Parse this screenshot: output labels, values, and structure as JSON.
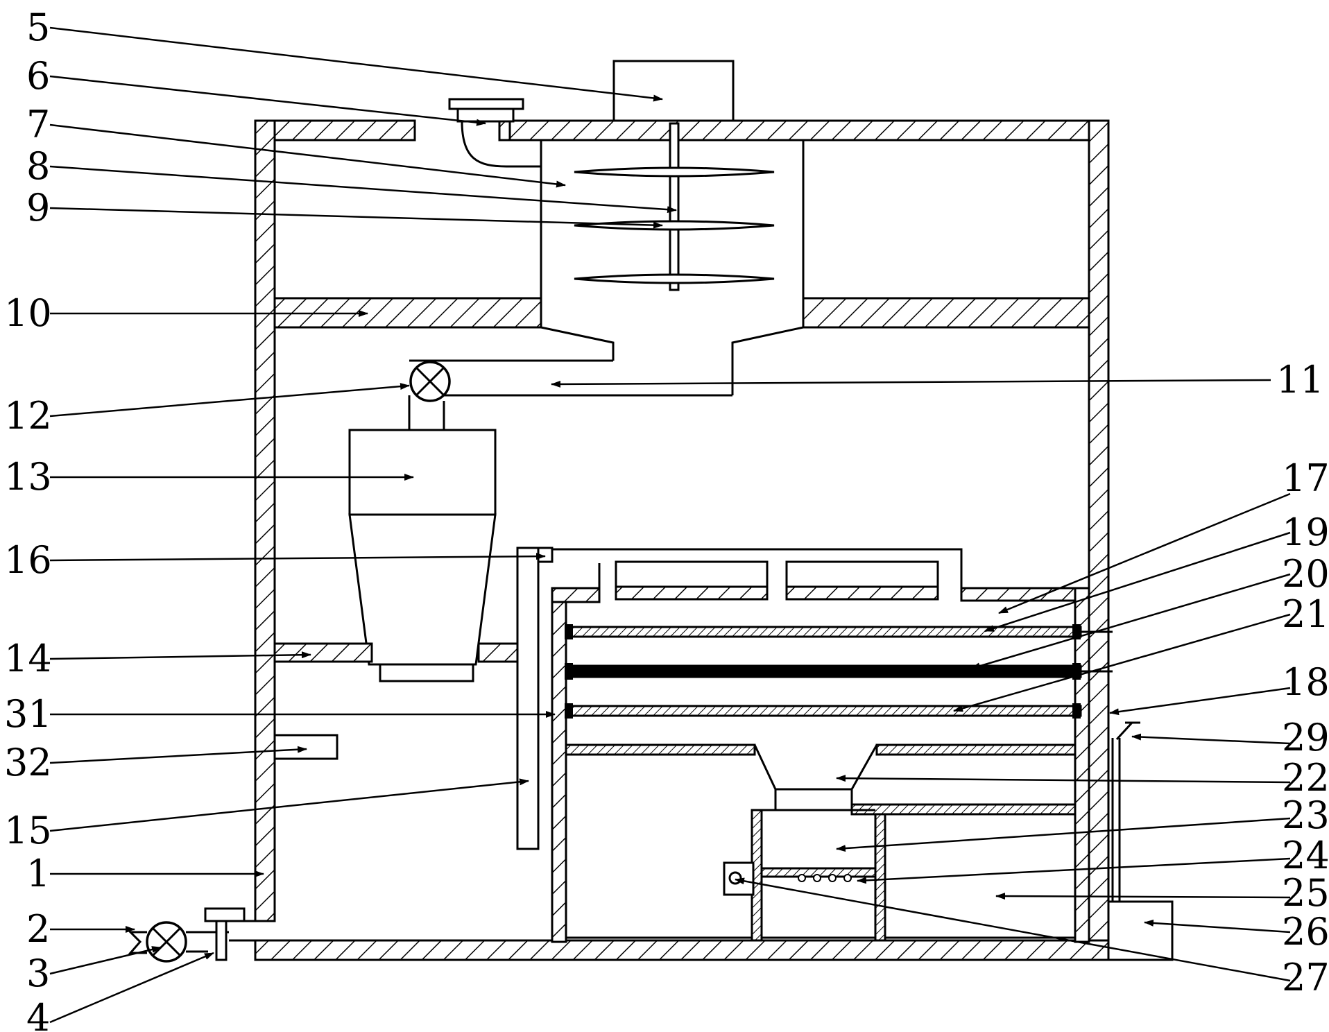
{
  "labels": {
    "l1": "1",
    "l2": "2",
    "l3": "3",
    "l4": "4",
    "l5": "5",
    "l6": "6",
    "l7": "7",
    "l8": "8",
    "l9": "9",
    "l10": "10",
    "l11": "11",
    "l12": "12",
    "l13": "13",
    "l14": "14",
    "l15": "15",
    "l16": "16",
    "l17": "17",
    "l18": "18",
    "l19": "19",
    "l20": "20",
    "l21": "21",
    "l22": "22",
    "l23": "23",
    "l24": "24",
    "l25": "25",
    "l26": "26",
    "l27": "27",
    "l29": "29",
    "l31": "31",
    "l32": "32"
  }
}
